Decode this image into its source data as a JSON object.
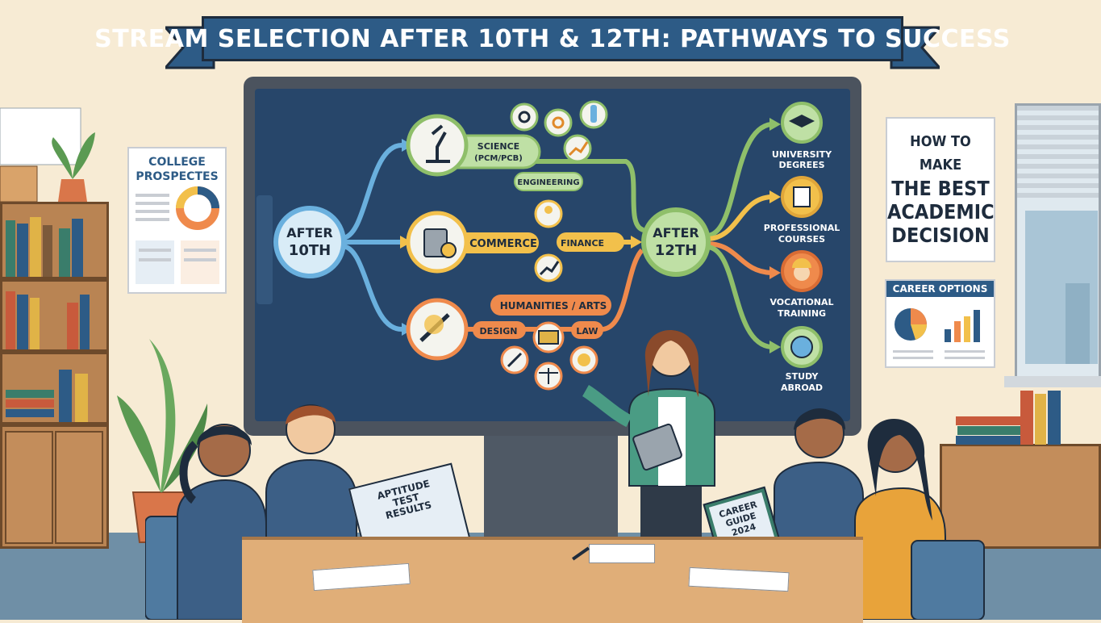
{
  "banner": {
    "title": "STREAM SELECTION AFTER 10TH & 12TH: PATHWAYS TO SUCCESS"
  },
  "board": {
    "start": {
      "line1": "AFTER",
      "line2": "10TH"
    },
    "streams": {
      "science": {
        "line1": "SCIENCE",
        "line2": "(PCM/PCB)",
        "sub": "ENGINEERING"
      },
      "commerce": {
        "label": "COMMERCE",
        "sub": "FINANCE"
      },
      "humanities": {
        "label": "HUMANITIES / ARTS",
        "sub_left": "DESIGN",
        "sub_right": "LAW"
      }
    },
    "mid": {
      "line1": "AFTER",
      "line2": "12TH"
    },
    "outcomes": [
      {
        "line1": "UNIVERSITY",
        "line2": "DEGREES"
      },
      {
        "line1": "PROFESSIONAL",
        "line2": "COURSES"
      },
      {
        "line1": "VOCATIONAL",
        "line2": "TRAINING"
      },
      {
        "line1": "STUDY",
        "line2": "ABROAD"
      }
    ]
  },
  "posters": {
    "college": {
      "line1": "COLLEGE",
      "line2": "PROSPECTES"
    },
    "decision": {
      "line1": "HOW TO MAKE",
      "line2": "THE BEST",
      "line3": "ACADEMIC",
      "line4": "DECISION"
    },
    "career": {
      "title": "CAREER OPTIONS"
    }
  },
  "booklets": {
    "aptitude": {
      "line1": "APTITUDE",
      "line2": "TEST",
      "line3": "RESULTS"
    },
    "career_guide": {
      "line1": "CAREER",
      "line2": "GUIDE",
      "line3": "2024"
    }
  },
  "colors": {
    "banner": "#2d5b86",
    "board": "#27466a",
    "science": "#8fbf6a",
    "commerce": "#f2c04b",
    "humanities": "#ef8a4c",
    "arrow_blue": "#6ab0de"
  }
}
